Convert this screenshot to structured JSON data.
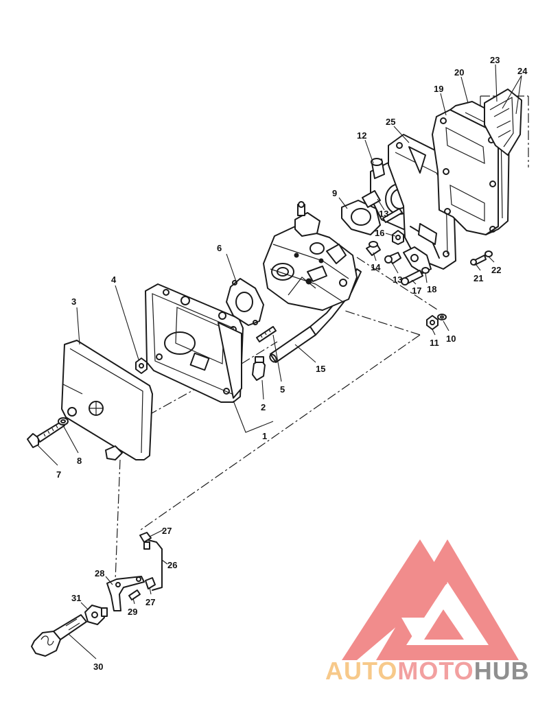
{
  "callouts": [
    {
      "id": "c1",
      "text": "1"
    },
    {
      "id": "c2",
      "text": "2"
    },
    {
      "id": "c3",
      "text": "3"
    },
    {
      "id": "c4",
      "text": "4"
    },
    {
      "id": "c5",
      "text": "5"
    },
    {
      "id": "c6",
      "text": "6"
    },
    {
      "id": "c7",
      "text": "7"
    },
    {
      "id": "c8",
      "text": "8"
    },
    {
      "id": "c9",
      "text": "9"
    },
    {
      "id": "c10",
      "text": "10"
    },
    {
      "id": "c11",
      "text": "11"
    },
    {
      "id": "c12",
      "text": "12"
    },
    {
      "id": "c13a",
      "text": "13"
    },
    {
      "id": "c13b",
      "text": "13"
    },
    {
      "id": "c14",
      "text": "14"
    },
    {
      "id": "c15",
      "text": "15"
    },
    {
      "id": "c16",
      "text": "16"
    },
    {
      "id": "c17",
      "text": "17"
    },
    {
      "id": "c18",
      "text": "18"
    },
    {
      "id": "c19",
      "text": "19"
    },
    {
      "id": "c20",
      "text": "20"
    },
    {
      "id": "c21",
      "text": "21"
    },
    {
      "id": "c22",
      "text": "22"
    },
    {
      "id": "c23",
      "text": "23"
    },
    {
      "id": "c24",
      "text": "24"
    },
    {
      "id": "c25",
      "text": "25"
    },
    {
      "id": "c26",
      "text": "26"
    },
    {
      "id": "c27a",
      "text": "27"
    },
    {
      "id": "c27b",
      "text": "27"
    },
    {
      "id": "c28",
      "text": "28"
    },
    {
      "id": "c29",
      "text": "29"
    },
    {
      "id": "c30",
      "text": "30"
    },
    {
      "id": "c31",
      "text": "31"
    }
  ],
  "watermark": {
    "auto": "AUTO",
    "moto": "MOTO",
    "hub": "HUB",
    "colors": {
      "auto": "#f7c98a",
      "moto": "#f2a0a0",
      "hub": "#8f8f8f",
      "triangle": "#f08080"
    }
  }
}
